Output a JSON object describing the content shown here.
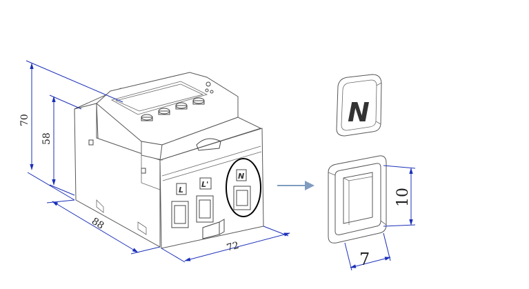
{
  "dimensions": {
    "height_total": "70",
    "height_body": "58",
    "depth": "88",
    "width": "72",
    "cap_height": "10",
    "cap_width": "7"
  },
  "terminal_labels": {
    "l": "L",
    "l_prime": "L'",
    "n": "N",
    "cap_symbol": "N"
  },
  "colors": {
    "dimension": "#1a2fb8",
    "callout_arrow": "#7f9cc0",
    "outline": "#444444"
  },
  "icons": [
    "right-arrow-icon"
  ]
}
